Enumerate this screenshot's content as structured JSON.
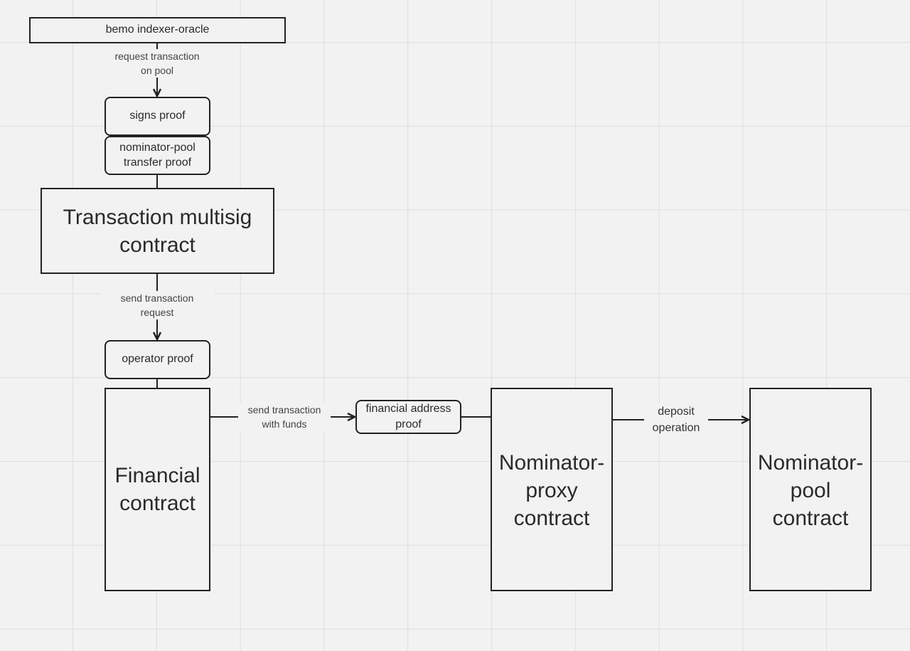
{
  "nodes": {
    "oracle": "bemo indexer-oracle",
    "signs_proof": "signs proof",
    "transfer_proof_line1": "nominator-pool",
    "transfer_proof_line2": "transfer proof",
    "multisig_line1": "Transaction multisig",
    "multisig_line2": "contract",
    "operator_proof": "operator proof",
    "financial_line1": "Financial",
    "financial_line2": "contract",
    "financial_address_line1": "financial address",
    "financial_address_line2": "proof",
    "proxy_line1": "Nominator-",
    "proxy_line2": "proxy",
    "proxy_line3": "contract",
    "pool_line1": "Nominator-",
    "pool_line2": "pool",
    "pool_line3": "contract"
  },
  "edges": {
    "request_line1": "request transaction",
    "request_line2": "on pool",
    "send_request_line1": "send transaction",
    "send_request_line2": "request",
    "send_funds_line1": "send transaction",
    "send_funds_line2": "with funds",
    "deposit_line1": "deposit",
    "deposit_line2": "operation"
  },
  "colors": {
    "background": "#f2f2f2",
    "grid": "#dedede",
    "stroke": "#222222"
  }
}
